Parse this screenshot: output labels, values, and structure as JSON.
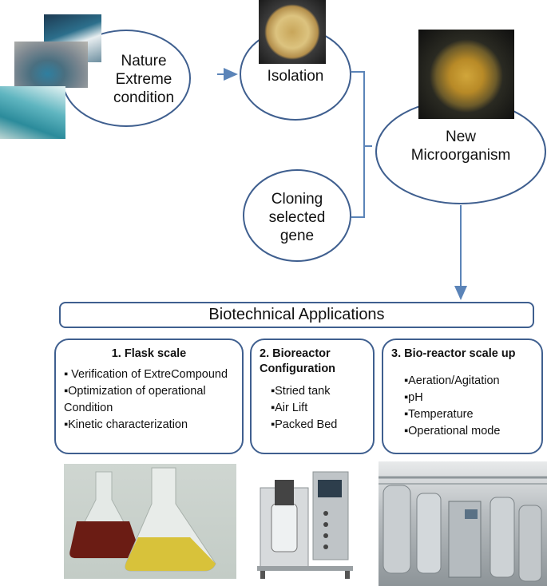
{
  "diagram": {
    "nodes": {
      "nature": "Nature Extreme condition",
      "isolation": "Isolation",
      "new_microorganism": "New Microorganism",
      "cloning": "Cloning selected gene"
    },
    "nature_lines": [
      "Nature",
      "Extreme",
      "condition"
    ],
    "new_micro_lines": [
      "New",
      "Microorganism"
    ],
    "cloning_lines": [
      "Cloning",
      "selected",
      "gene"
    ],
    "applications_title": "Biotechnical Applications",
    "boxes": [
      {
        "title": "1. Flask scale",
        "items": [
          "▪ Verification of ExtreCompound",
          "▪Optimization of operational Condition",
          "▪Kinetic characterization"
        ]
      },
      {
        "title_lines": [
          "2. Bioreactor",
          "Configuration"
        ],
        "items": [
          "▪Stried tank",
          "▪Air Lift",
          "▪Packed Bed"
        ]
      },
      {
        "title": "3. Bio-reactor scale up",
        "items": [
          "▪Aeration/Agitation",
          "▪pH",
          "▪Temperature",
          "▪Operational mode"
        ]
      }
    ]
  },
  "colors": {
    "outline": "#3f5f8f",
    "arrow": "#5b84b8"
  },
  "images": [
    "extreme-environment-photos",
    "petri-dish-photo",
    "microorganism-culture-photo",
    "flask-photo",
    "bioreactor-photo",
    "industrial-bioreactor-photo"
  ]
}
